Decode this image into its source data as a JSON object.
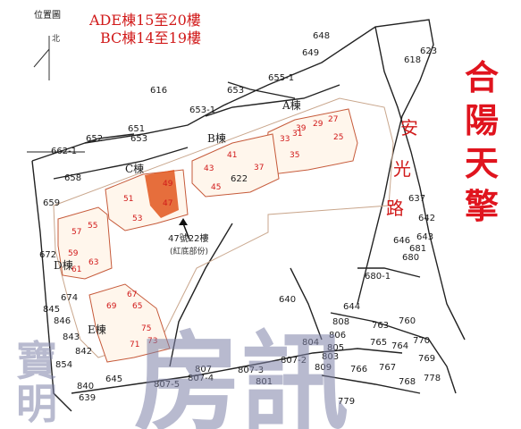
{
  "map": {
    "legend_label": "位置圖",
    "north_label": "北",
    "towers_note": [
      "ADE棟15至20樓",
      "BC棟14至19樓"
    ],
    "estate_name": [
      "合",
      "陽",
      "天",
      "擎"
    ],
    "road_name": [
      "安",
      "光",
      "路"
    ],
    "highlight_note": [
      "47號22樓",
      "(紅底部份)"
    ],
    "watermark": {
      "large": "房訊",
      "small": [
        "寶",
        "明"
      ]
    },
    "colors": {
      "unit_text": "#d11a1a",
      "estate_name": "#e0141e",
      "highlight": "#e2561d",
      "watermark": "#7f83a8"
    }
  },
  "buildings": [
    {
      "label": "A棟",
      "units": [
        "39",
        "33",
        "31",
        "29",
        "27",
        "25",
        "37",
        "35"
      ]
    },
    {
      "label": "B棟",
      "units": [
        "43",
        "41",
        "45"
      ]
    },
    {
      "label": "C棟",
      "units": [
        "49",
        "51",
        "53",
        "47"
      ]
    },
    {
      "label": "D棟",
      "units": [
        "57",
        "55",
        "59",
        "61",
        "63"
      ]
    },
    {
      "label": "E棟",
      "units": [
        "67",
        "65",
        "69",
        "75",
        "71",
        "73"
      ]
    }
  ],
  "lots": [
    "648",
    "649",
    "623",
    "618",
    "616",
    "655-1",
    "653",
    "653-1",
    "651",
    "652",
    "653",
    "662-1",
    "658",
    "659",
    "672",
    "674",
    "845",
    "846",
    "843",
    "842",
    "854",
    "840",
    "639",
    "645",
    "807-5",
    "807-4",
    "807",
    "807-3",
    "807-2",
    "801",
    "640",
    "644",
    "637",
    "642",
    "643",
    "646",
    "681",
    "680",
    "680-1",
    "622",
    "808",
    "806",
    "763",
    "760",
    "765",
    "770",
    "764",
    "769",
    "767",
    "766",
    "768",
    "778",
    "779",
    "804",
    "803",
    "809",
    "805"
  ]
}
